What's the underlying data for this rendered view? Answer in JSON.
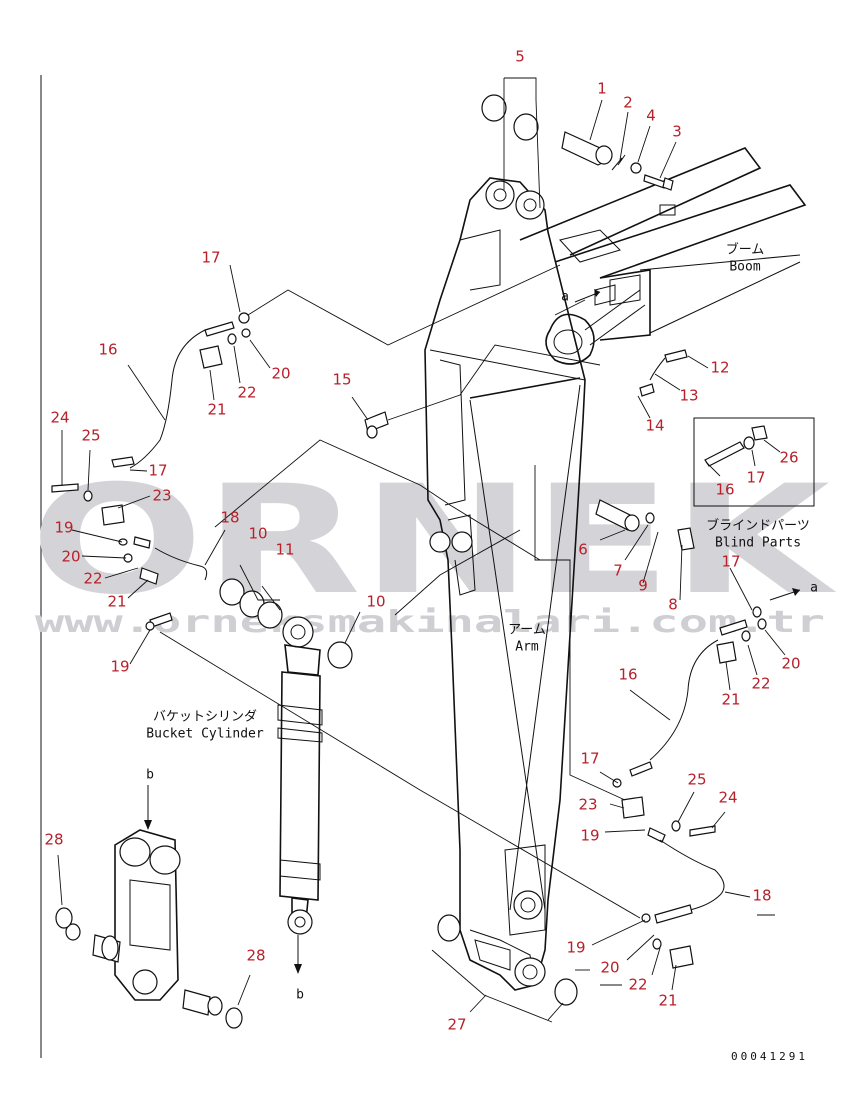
{
  "watermark": {
    "brand": "ORNEK",
    "url": "www.orneksmakinalari.com.tr"
  },
  "labels": {
    "boom_jp": "ブーム",
    "boom_en": "Boom",
    "arm_jp": "アーム",
    "arm_en": "Arm",
    "bucket_cyl_jp": "バケットシリンダ",
    "bucket_cyl_en": "Bucket Cylinder",
    "blind_jp": "ブラインドパーツ",
    "blind_en": "Blind Parts",
    "ref_a1": "a",
    "ref_a2": "a",
    "ref_b1": "b",
    "ref_b2": "b"
  },
  "drawing_code": "00041291",
  "callouts": {
    "c1": "1",
    "c2": "2",
    "c3": "3",
    "c4": "4",
    "c5": "5",
    "c6": "6",
    "c7": "7",
    "c8": "8",
    "c9": "9",
    "c10a": "10",
    "c10b": "10",
    "c11": "11",
    "c12": "12",
    "c13": "13",
    "c14": "14",
    "c15": "15",
    "c16a": "16",
    "c16b": "16",
    "c16c": "16",
    "c17a": "17",
    "c17b": "17",
    "c17c": "17",
    "c17d": "17",
    "c17e": "17",
    "c18a": "18",
    "c18b": "18",
    "c19a": "19",
    "c19b": "19",
    "c19c": "19",
    "c19d": "19",
    "c20a": "20",
    "c20b": "20",
    "c20c": "20",
    "c20d": "20",
    "c21a": "21",
    "c21b": "21",
    "c21c": "21",
    "c21d": "21",
    "c22a": "22",
    "c22b": "22",
    "c22c": "22",
    "c22d": "22",
    "c23a": "23",
    "c23b": "23",
    "c24a": "24",
    "c24b": "24",
    "c25a": "25",
    "c25b": "25",
    "c26": "26",
    "c27": "27",
    "c28a": "28",
    "c28b": "28"
  }
}
